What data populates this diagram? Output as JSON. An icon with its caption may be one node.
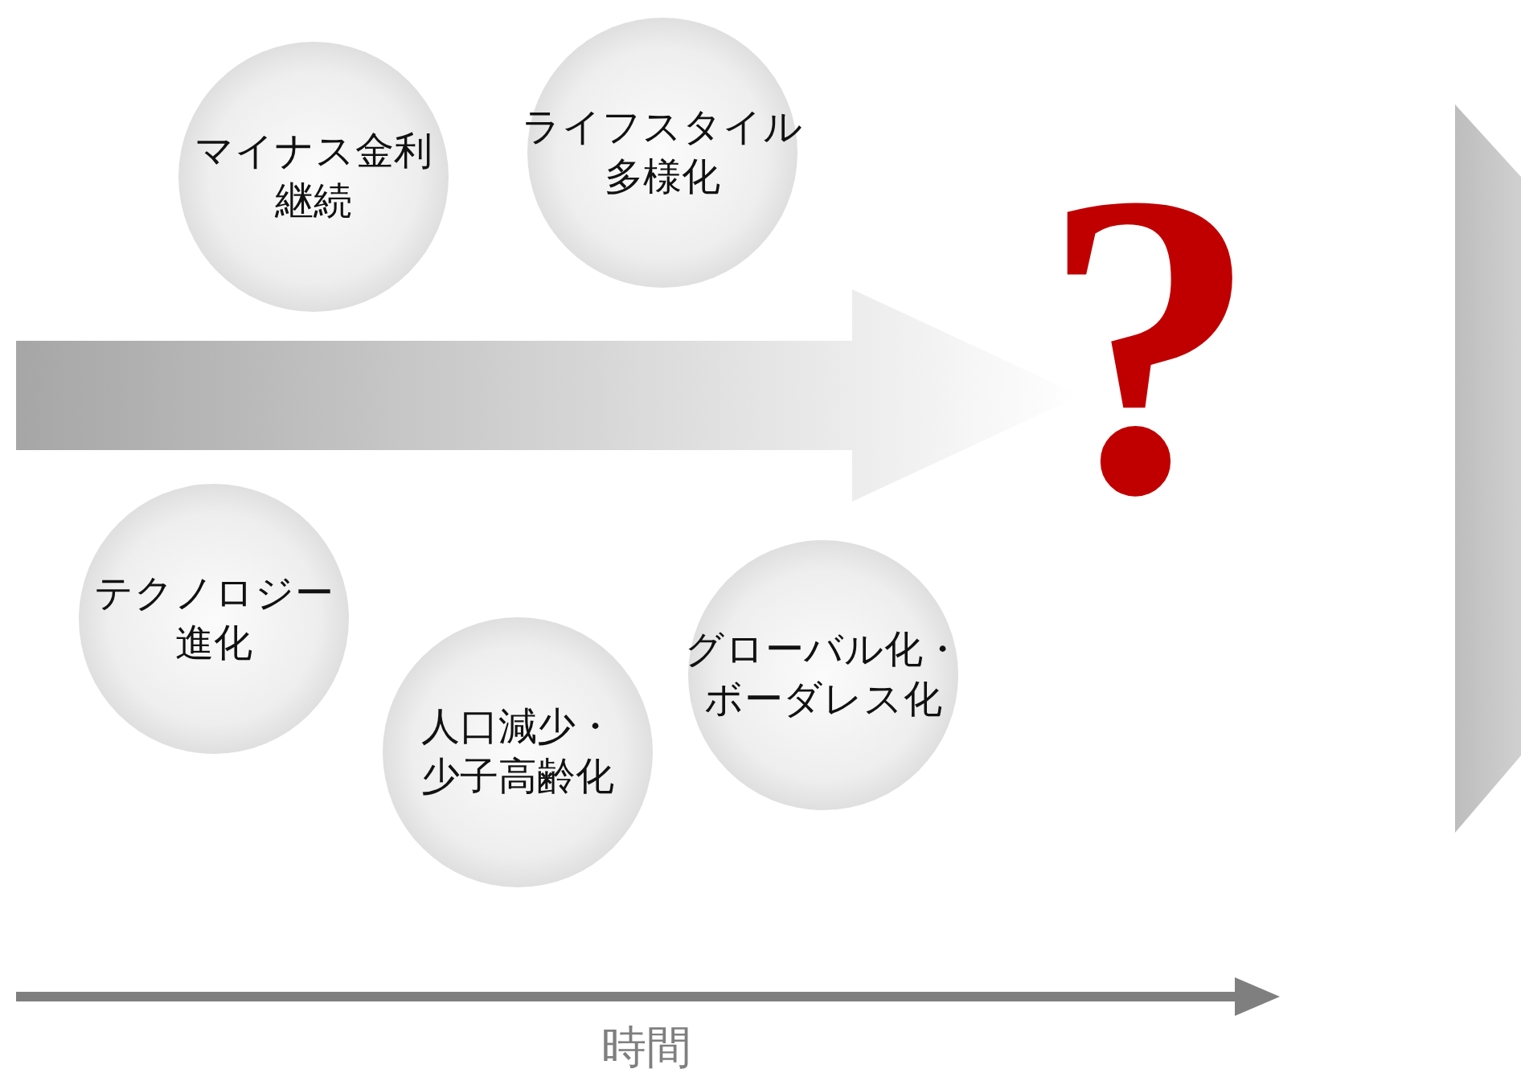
{
  "diagram": {
    "nodes": [
      {
        "text": [
          "マイナス金利継続"
        ]
      },
      {
        "text": [
          "ライフスタイル多様化"
        ]
      },
      {
        "text": [
          "テクノロジー進化"
        ]
      },
      {
        "text": [
          "人口減少・少子高齢化"
        ]
      },
      {
        "text": [
          "グローバル化・ボーダレス化"
        ]
      },
      {
        "text": [],
        "shape": "triangle"
      }
    ],
    "labels": [
      "?",
      "時間"
    ]
  }
}
